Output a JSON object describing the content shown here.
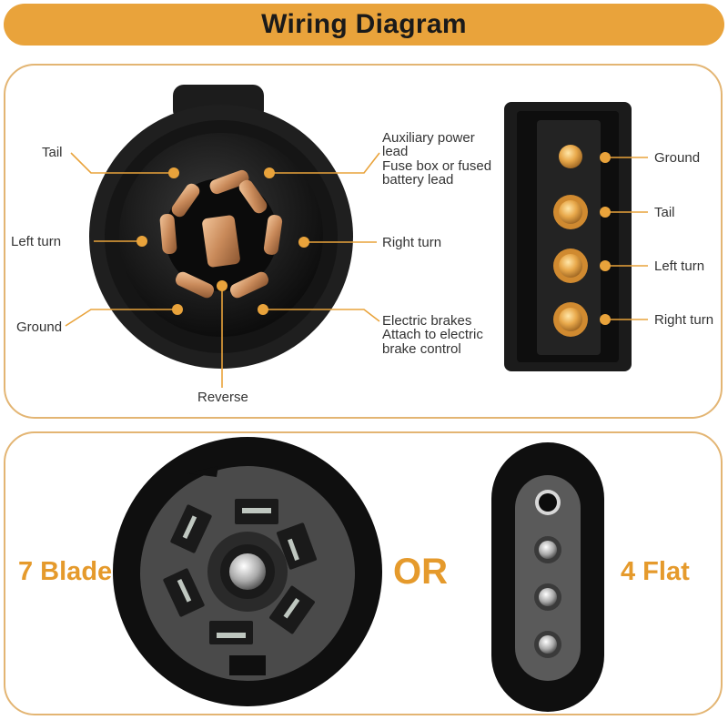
{
  "title": "Wiring Diagram",
  "colors": {
    "accent": "#E9A33B",
    "label_text": "#333333",
    "big_text": "#E59A2C",
    "panel_border": "#E3B573"
  },
  "seven_pin_labels": {
    "tail": "Tail",
    "left_turn": "Left turn",
    "ground": "Ground",
    "reverse": "Reverse",
    "aux_line1": "Auxiliary power",
    "aux_line2": "lead",
    "aux_line3": "Fuse box or fused",
    "aux_line4": "battery lead",
    "right_turn": "Right turn",
    "brake_line1": "Electric brakes",
    "brake_line2": "Attach to electric",
    "brake_line3": "brake control"
  },
  "four_pin_labels": {
    "ground": "Ground",
    "tail": "Tail",
    "left_turn": "Left turn",
    "right_turn": "Right turn"
  },
  "bottom": {
    "seven_blade": "7 Blade",
    "or": "OR",
    "four_flat": "4 Flat"
  }
}
